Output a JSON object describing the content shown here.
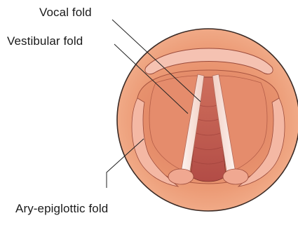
{
  "labels": {
    "vocal_fold": "Vocal fold",
    "vestibular_fold": "Vestibular fold",
    "ary_epiglottic_fold": "Ary-epiglottic fold"
  },
  "colors": {
    "tissue_outer": "#e8916a",
    "tissue_ring": "#f0a47f",
    "tissue_dark": "#c8644a",
    "fold_pink": "#f6c8c0",
    "fold_white": "#fbeee9",
    "glottis_dark": "#b8504a",
    "outline": "#3a2a25",
    "leader": "#222222"
  }
}
